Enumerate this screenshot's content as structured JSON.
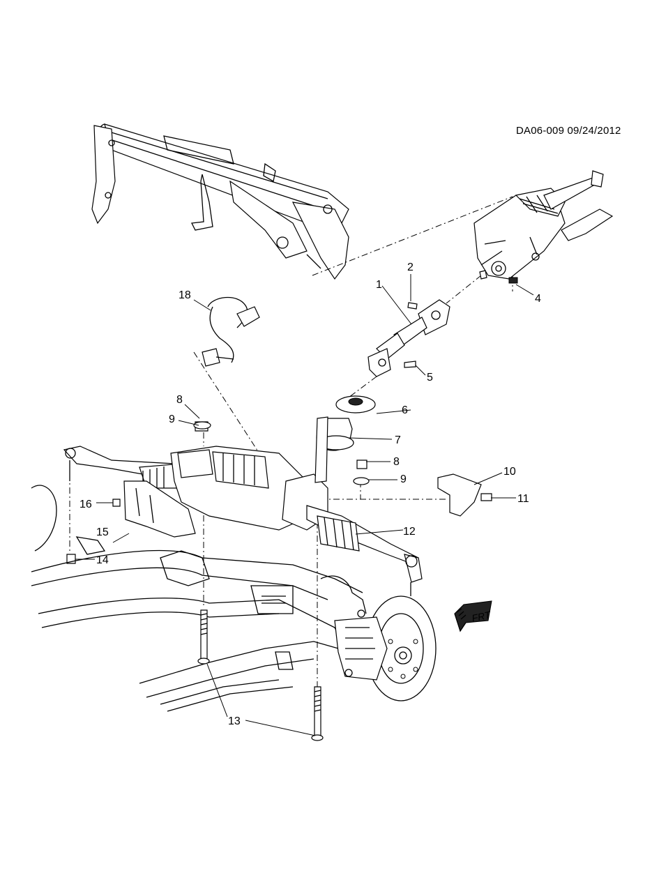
{
  "diagram": {
    "doc_id": "DA06-009 09/24/2012",
    "callouts": {
      "c1": "1",
      "c2": "2",
      "c4": "4",
      "c5": "5",
      "c6": "6",
      "c7": "7",
      "c8a": "8",
      "c8b": "8",
      "c9a": "9",
      "c9b": "9",
      "c10": "10",
      "c11": "11",
      "c12": "12",
      "c13": "13",
      "c14": "14",
      "c15": "15",
      "c16": "16",
      "c18": "18"
    },
    "direction_badge": "FRT"
  }
}
